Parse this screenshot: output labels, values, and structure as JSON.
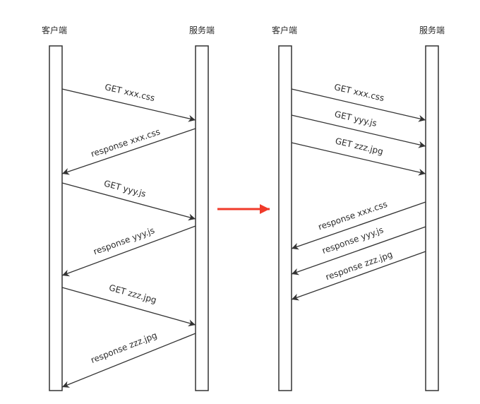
{
  "left": {
    "client_label": "客户端",
    "server_label": "服务端",
    "messages": [
      "GET xxx.css",
      "response xxx.css",
      "GET yyy.js",
      "response yyy.js",
      "GET zzz.jpg",
      "response zzz.jpg"
    ]
  },
  "right": {
    "client_label": "客户端",
    "server_label": "服务端",
    "messages": [
      "GET xxx.css",
      "GET yyy.js",
      "GET zzz.jpg",
      "response xxx.css",
      "response yyy.js",
      "response zzz.jpg"
    ]
  },
  "colors": {
    "line": "#333333",
    "arrow_red": "#f03a2a"
  }
}
